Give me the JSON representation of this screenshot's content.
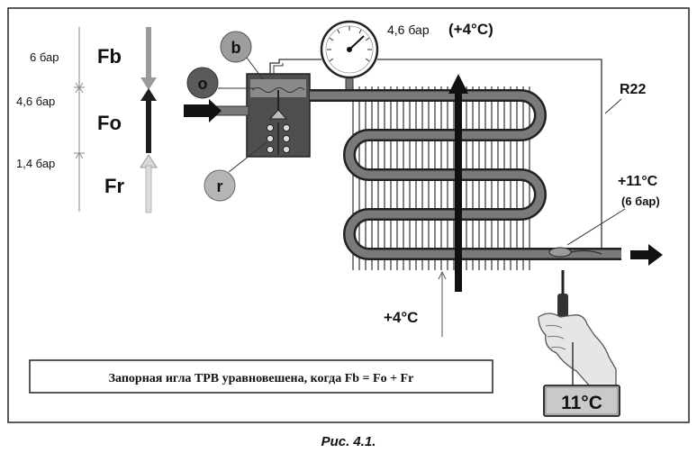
{
  "scale": {
    "p_fb": "6 бар",
    "p_fo": "4,6 бар",
    "p_fr": "1,4 бар"
  },
  "forces": {
    "fb": "Fb",
    "fo": "Fo",
    "fr": "Fr"
  },
  "markers": {
    "b": "b",
    "o": "o",
    "r": "r"
  },
  "gauge_label": {
    "pressure": "4,6 бар",
    "temp": "(+4°C)"
  },
  "r22": "R22",
  "bulb": {
    "temp": "+11°C",
    "pressure": "(6 бар)"
  },
  "air_temp": "+4°C",
  "caption_box": "Запорная игла ТРВ уравновешена, когда Fb = Fo + Fr",
  "thermometer": "11°C",
  "figure_caption": "Рис. 4.1.",
  "colors": {
    "fb_arrow": "#9a9a9a",
    "fo_arrow": "#1e1e1e",
    "fr_arrow": "#cfcfcf",
    "b_circle": "#9d9d9d",
    "o_circle": "#5a5a5a",
    "r_circle": "#b5b5b5",
    "pipe": "#6e6e6e"
  }
}
